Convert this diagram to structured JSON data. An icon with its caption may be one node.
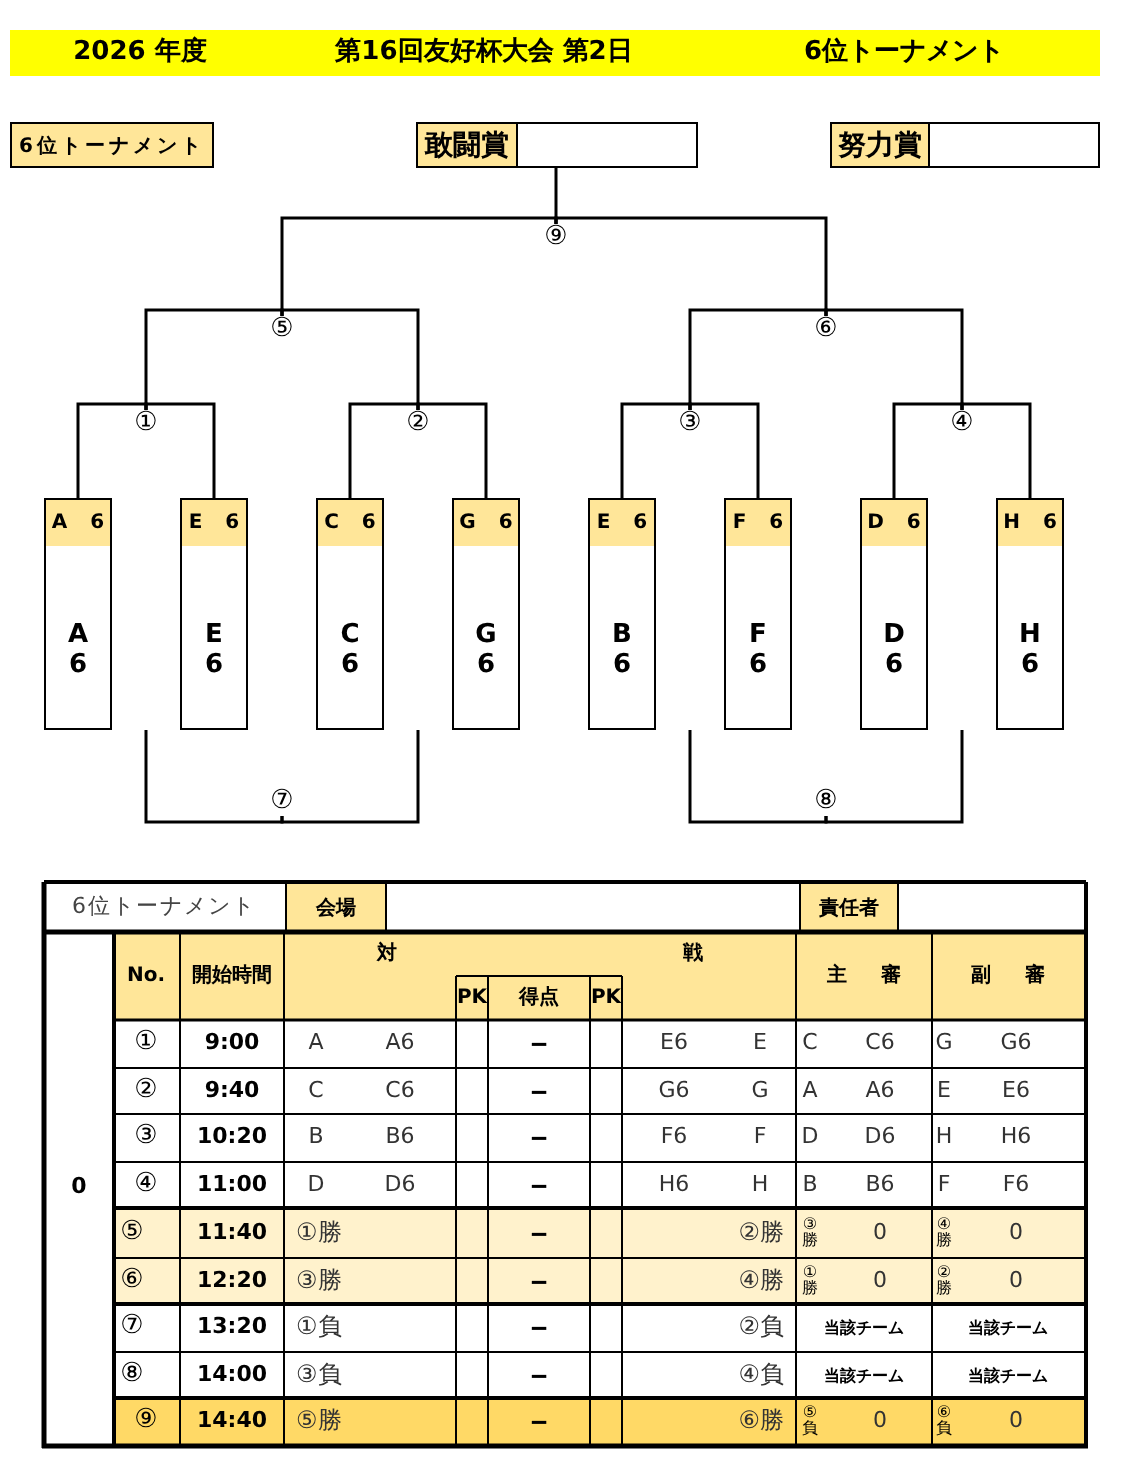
{
  "diagram": {
    "nodes": [
      {
        "text": [
          "2026 年度",
          "第16回友好杯大会 第2日",
          "6位トーナメント"
        ]
      },
      {
        "text": [
          "6位トーナメント"
        ]
      },
      {
        "text": [
          "敢闘賞"
        ]
      },
      {
        "text": [
          "努力賞"
        ]
      },
      {
        "text": [
          "⑨"
        ]
      },
      {
        "text": [
          "⑤"
        ]
      },
      {
        "text": [
          "⑥"
        ]
      },
      {
        "text": [
          "①"
        ]
      },
      {
        "text": [
          "②"
        ]
      },
      {
        "text": [
          "③"
        ]
      },
      {
        "text": [
          "④"
        ]
      },
      {
        "text": [
          "A 6",
          "A 6"
        ]
      },
      {
        "text": [
          "E 6",
          "E 6"
        ]
      },
      {
        "text": [
          "C 6",
          "C 6"
        ]
      },
      {
        "text": [
          "G 6",
          "G 6"
        ]
      },
      {
        "text": [
          "E 6",
          "B 6"
        ]
      },
      {
        "text": [
          "F 6",
          "F 6"
        ]
      },
      {
        "text": [
          "D 6",
          "D 6"
        ]
      },
      {
        "text": [
          "H 6",
          "H 6"
        ]
      },
      {
        "text": [
          "⑦"
        ]
      },
      {
        "text": [
          "⑧"
        ]
      }
    ],
    "edges": [
      {
        "from": 4,
        "to": 2,
        "arrow": "none"
      },
      {
        "from": 5,
        "to": 4,
        "arrow": "none"
      },
      {
        "from": 6,
        "to": 4,
        "arrow": "none"
      },
      {
        "from": 7,
        "to": 5,
        "arrow": "none"
      },
      {
        "from": 8,
        "to": 5,
        "arrow": "none"
      },
      {
        "from": 9,
        "to": 6,
        "arrow": "none"
      },
      {
        "from": 10,
        "to": 6,
        "arrow": "none"
      },
      {
        "from": 11,
        "to": 7,
        "arrow": "none"
      },
      {
        "from": 12,
        "to": 7,
        "arrow": "none"
      },
      {
        "from": 13,
        "to": 8,
        "arrow": "none"
      },
      {
        "from": 14,
        "to": 8,
        "arrow": "none"
      },
      {
        "from": 15,
        "to": 9,
        "arrow": "none"
      },
      {
        "from": 16,
        "to": 9,
        "arrow": "none"
      },
      {
        "from": 17,
        "to": 10,
        "arrow": "none"
      },
      {
        "from": 18,
        "to": 10,
        "arrow": "none"
      },
      {
        "from": null,
        "to": 19,
        "arrow": "none"
      },
      {
        "from": null,
        "to": 19,
        "arrow": "none"
      },
      {
        "from": null,
        "to": 20,
        "arrow": "none"
      },
      {
        "from": null,
        "to": 20,
        "arrow": "none"
      }
    ],
    "labels": [
      "6位トーナメント",
      "会場",
      "責任者",
      "No.",
      "開始時間",
      "対 戦",
      "PK",
      "得点",
      "PK",
      "主 審",
      "副 審",
      "①",
      "9:00",
      "A",
      "A6",
      "－",
      "E6",
      "E",
      "C",
      "C6",
      "G",
      "G6",
      "②",
      "9:40",
      "C",
      "C6",
      "－",
      "G6",
      "G",
      "A",
      "A6",
      "E",
      "E6",
      "③",
      "10:20",
      "B",
      "B6",
      "－",
      "F6",
      "F",
      "D",
      "D6",
      "H",
      "H6",
      "0",
      "④",
      "11:00",
      "D",
      "D6",
      "－",
      "H6",
      "H",
      "B",
      "B6",
      "F",
      "F6",
      "⑤",
      "11:40",
      "①勝",
      "－",
      "②勝",
      "③勝",
      "0",
      "④勝",
      "0",
      "⑥",
      "12:20",
      "③勝",
      "－",
      "④勝",
      "①勝",
      "0",
      "②勝",
      "0",
      "⑦",
      "13:20",
      "①負",
      "－",
      "②負",
      "当該チーム",
      "当該チーム",
      "⑧",
      "14:00",
      "③負",
      "－",
      "④負",
      "当該チーム",
      "当該チーム",
      "⑨",
      "14:40",
      "⑤勝",
      "－",
      "⑥勝",
      "⑤負",
      "0",
      "⑥負",
      "0"
    ]
  }
}
